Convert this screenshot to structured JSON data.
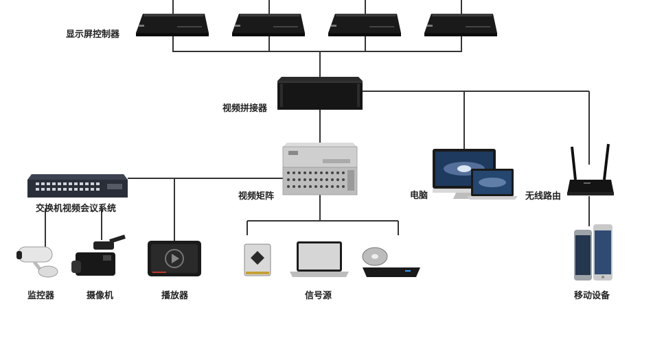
{
  "labels": {
    "display_controller": "显示屏控制器",
    "video_splicer": "视频拼接器",
    "video_matrix": "视频矩阵",
    "switch_conference": "交换机视频会议系统",
    "computer": "电脑",
    "wireless_router": "无线路由",
    "monitor": "监控器",
    "camcorder": "摄像机",
    "player": "播放器",
    "signal_source": "信号源",
    "mobile_device": "移动设备"
  },
  "colors": {
    "line": "#333333",
    "device_dark": "#1d1d1d",
    "matrix_body": "#c9c9c9"
  }
}
